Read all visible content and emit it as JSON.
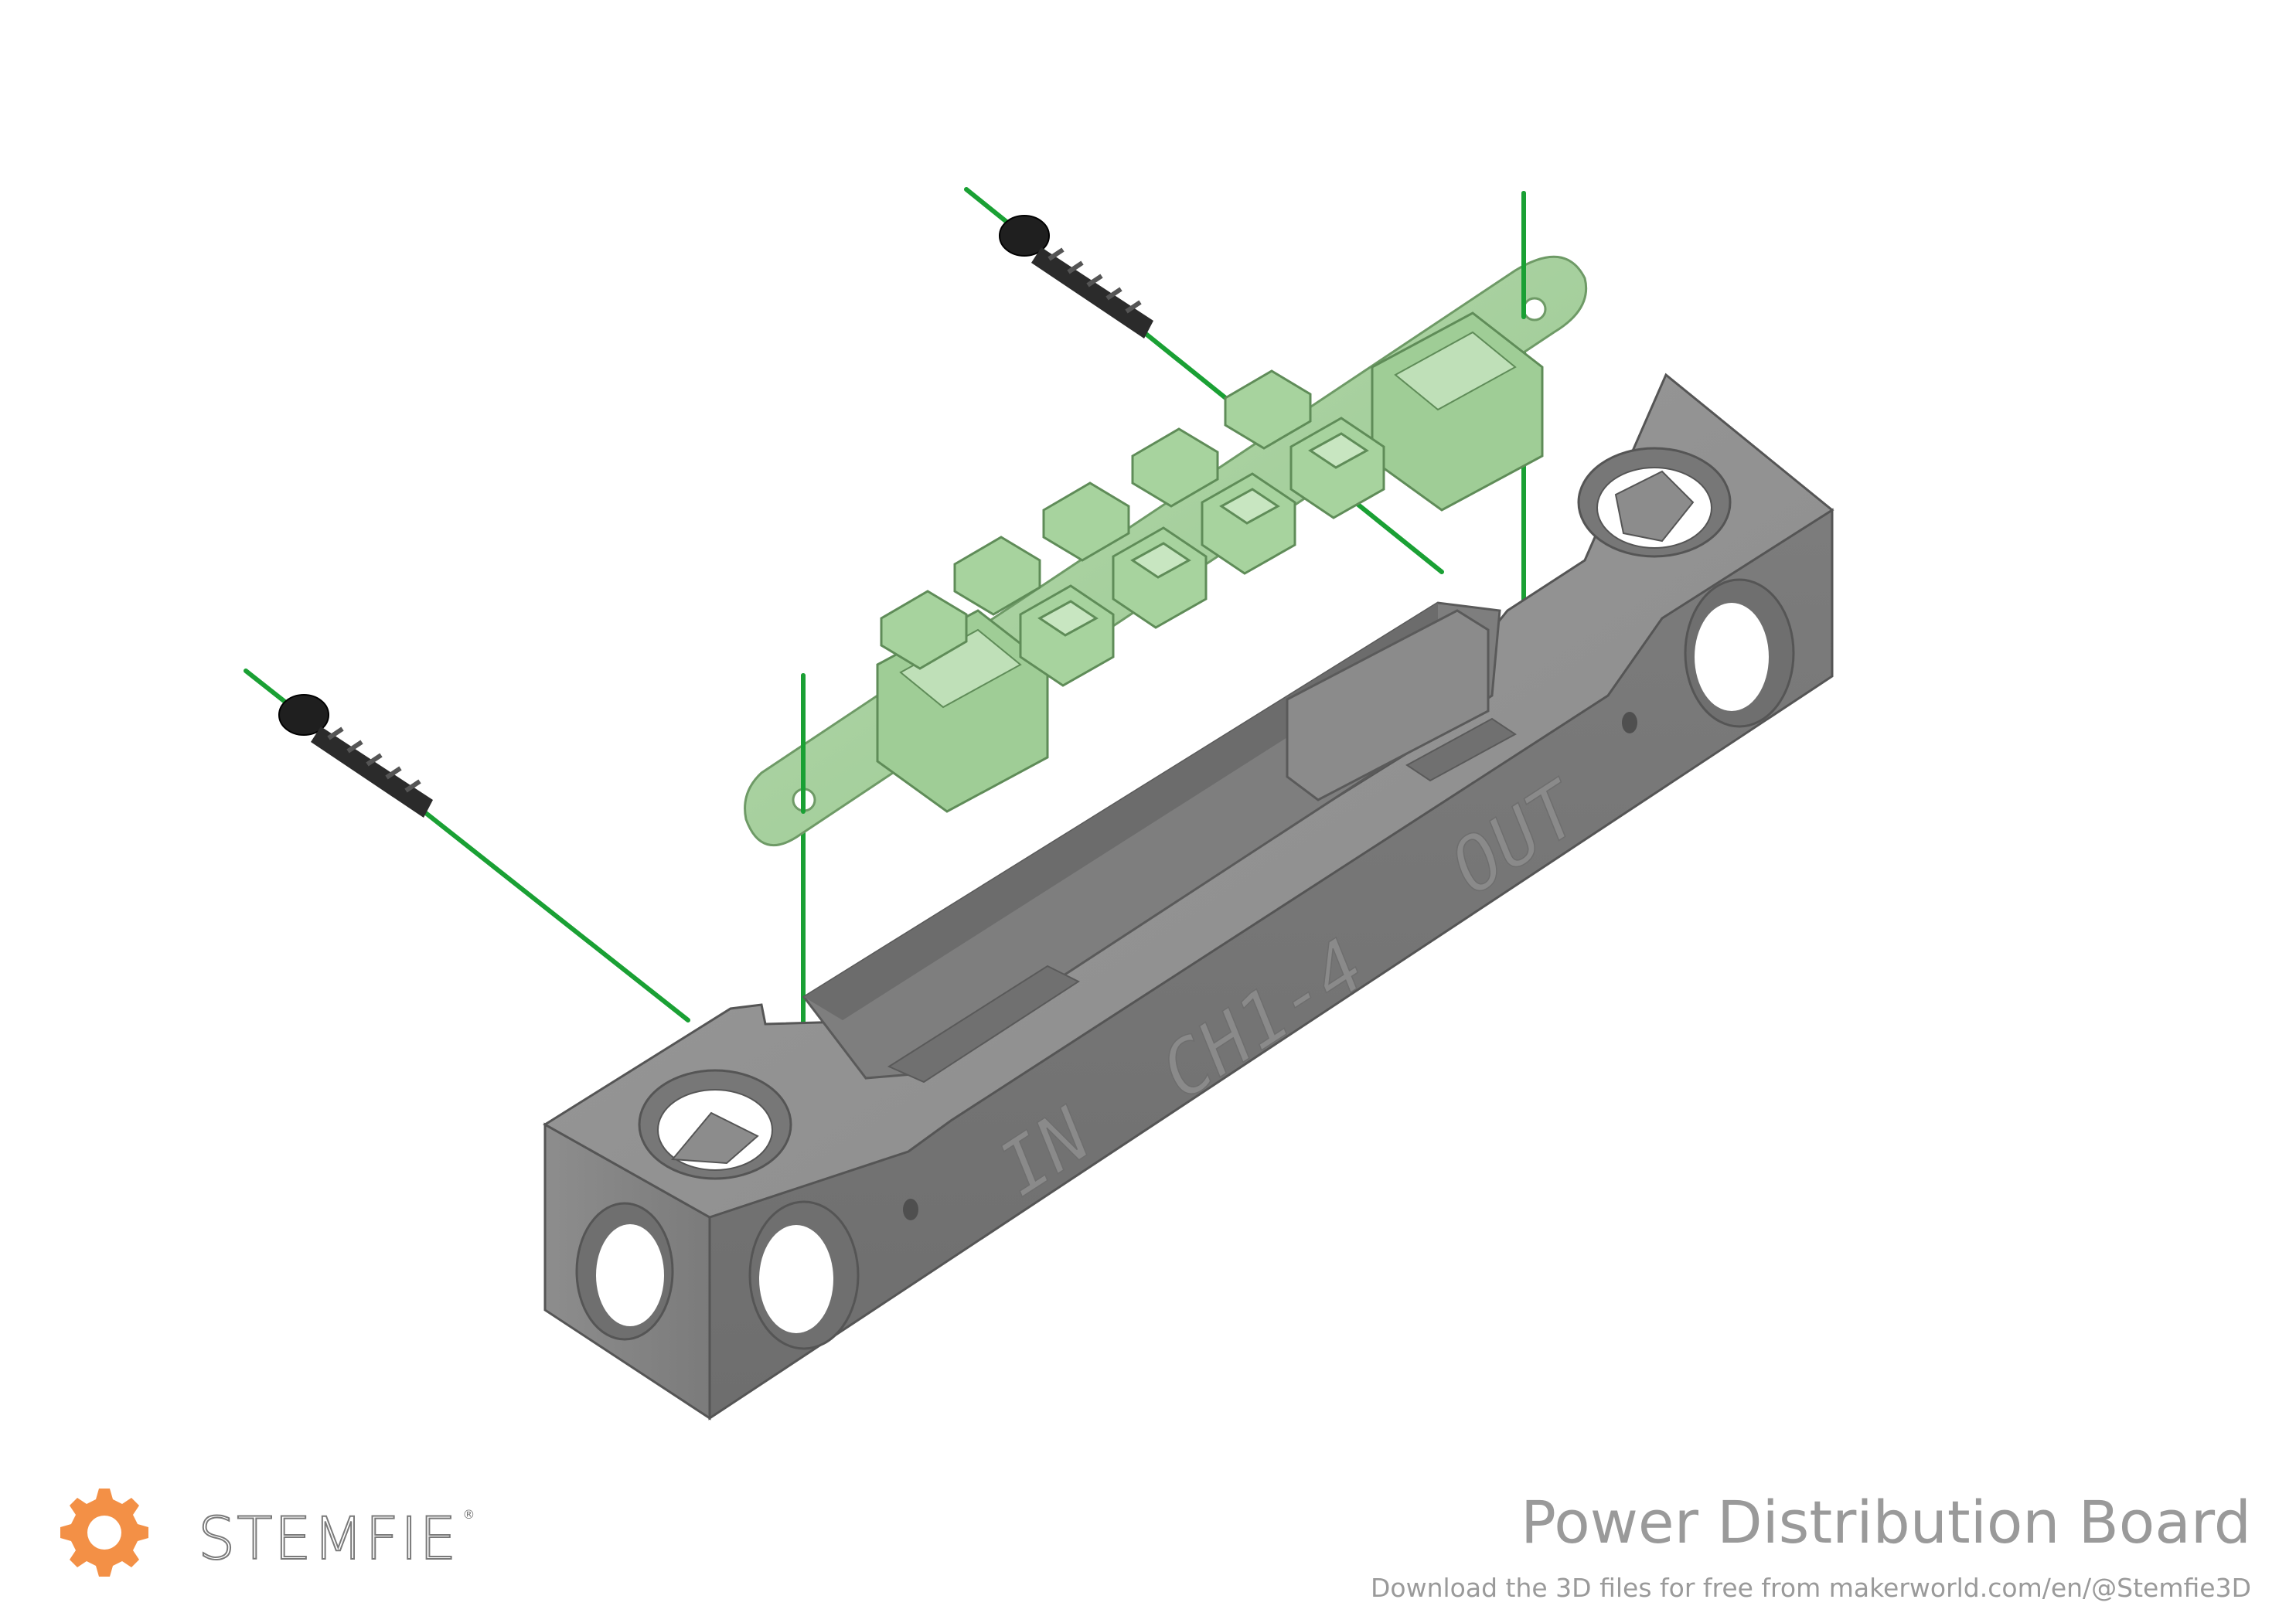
{
  "diagram": {
    "part_labels": {
      "in": "IN",
      "channels": "CH1-4",
      "out": "OUT"
    },
    "colors": {
      "housing": "#8a8a8a",
      "housing_dark": "#5f5f5f",
      "board": "#a9d3a1",
      "screw": "#2b2b2b",
      "guide_line": "#1aa034",
      "brand_orange": "#f39046"
    },
    "parts": {
      "housing": "grey-housing",
      "board": "green-connector-board",
      "screws": 2,
      "guide_lines": 4
    }
  },
  "footer": {
    "brand": "STEMFIE",
    "brand_mark": "®",
    "title": "Power Distribution Board",
    "subtitle": "Download the 3D files for free from makerworld.com/en/@Stemfie3D"
  }
}
